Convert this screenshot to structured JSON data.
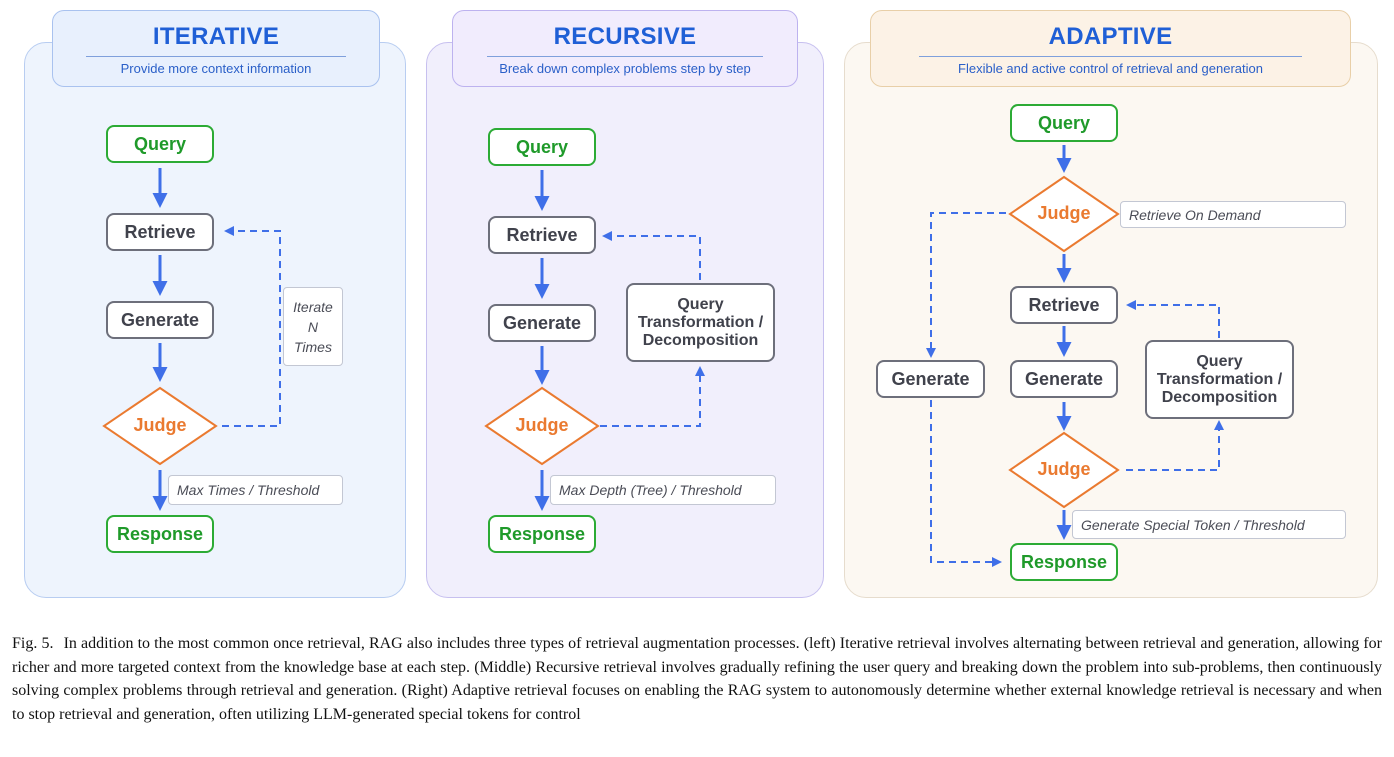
{
  "panels": {
    "iterative": {
      "title": "ITERATIVE",
      "subtitle": "Provide more context information",
      "nodes": {
        "query": "Query",
        "retrieve": "Retrieve",
        "generate": "Generate",
        "judge": "Judge",
        "response": "Response"
      },
      "loop_note": "Iterate\nN\nTimes",
      "stop_note": "Max Times / Threshold"
    },
    "recursive": {
      "title": "RECURSIVE",
      "subtitle": "Break down complex problems step by step",
      "nodes": {
        "query": "Query",
        "retrieve": "Retrieve",
        "generate": "Generate",
        "judge": "Judge",
        "response": "Response",
        "transform": "Query\nTransformation /\nDecomposition"
      },
      "stop_note": "Max Depth (Tree) / Threshold"
    },
    "adaptive": {
      "title": "ADAPTIVE",
      "subtitle": "Flexible and  active control of retrieval and generation",
      "nodes": {
        "query": "Query",
        "judge_top": "Judge",
        "retrieve": "Retrieve",
        "generate_left": "Generate",
        "generate": "Generate",
        "judge_bottom": "Judge",
        "response": "Response",
        "transform": "Query\nTransformation /\nDecomposition"
      },
      "demand_note": "Retrieve On  Demand",
      "stop_note": "Generate Special Token / Threshold"
    }
  },
  "colors": {
    "arrow": "#3f6fe8",
    "query_green": "#2cab35",
    "judge_orange": "#ea7a30",
    "title_blue": "#1f5fd6"
  },
  "caption": {
    "label": "Fig. 5.",
    "text": "In addition to the most common once retrieval, RAG also includes three types of retrieval augmentation processes. (left) Iterative retrieval involves alternating between retrieval and generation, allowing for richer and more targeted context from the knowledge base at each step. (Middle) Recursive retrieval involves gradually refining the user query and breaking down the problem into sub-problems, then continuously solving complex problems through retrieval and generation. (Right) Adaptive retrieval focuses on enabling the RAG system to autonomously determine whether external knowledge retrieval is necessary and when to stop retrieval and generation, often utilizing LLM-generated special tokens for control"
  }
}
